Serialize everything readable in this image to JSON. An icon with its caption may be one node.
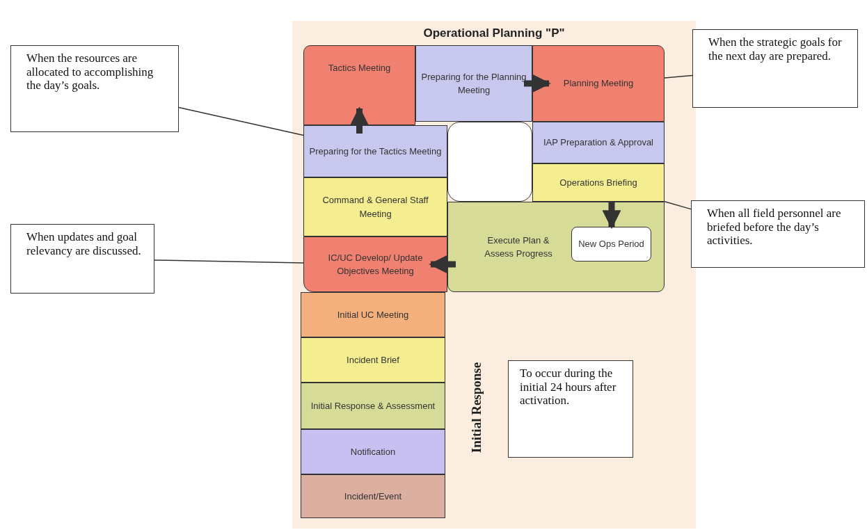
{
  "diagram": {
    "title": "Operational Planning \"P\"",
    "nodes": [
      {
        "text": [
          "Tactics Meeting"
        ]
      },
      {
        "text": [
          "Preparing for the Planning Meeting"
        ]
      },
      {
        "text": [
          "Planning Meeting"
        ]
      },
      {
        "text": [
          "Preparing for the Tactics Meeting"
        ]
      },
      {
        "text": [],
        "shape": "box"
      },
      {
        "text": [
          "IAP Preparation & Approval"
        ]
      },
      {
        "text": [
          "Operations Briefing"
        ]
      },
      {
        "text": [
          "Command & General Staff Meeting"
        ]
      },
      {
        "text": [
          "Execute Plan & Assess Progress"
        ]
      },
      {
        "text": [
          "New Ops Period"
        ],
        "in": 8
      },
      {
        "text": [
          "IC/UC Develop/ Update Objectives Meeting"
        ]
      },
      {
        "text": [
          "Initial UC Meeting"
        ]
      },
      {
        "text": [
          "Incident Brief"
        ]
      },
      {
        "text": [
          "Initial Response & Assessment"
        ]
      },
      {
        "text": [
          "Notification"
        ]
      },
      {
        "text": [
          "Incident/Event"
        ]
      },
      {
        "text": [
          "When the resources are allocated to accomplishing the day’s goals."
        ]
      },
      {
        "text": [
          "When updates and goal relevancy are discussed."
        ]
      },
      {
        "text": [
          "When the strategic goals for the next day are prepared."
        ]
      },
      {
        "text": [
          "When all field personnel are briefed before the day’s activities."
        ]
      },
      {
        "text": [
          "To occur during the initial 24 hours after activation."
        ]
      }
    ],
    "edges": [
      {
        "from": 3,
        "to": 0,
        "arrow": "to",
        "style": "thick"
      },
      {
        "from": 1,
        "to": 2,
        "arrow": "to",
        "style": "thick"
      },
      {
        "from": 6,
        "to": 9,
        "arrow": "to",
        "style": "thick"
      },
      {
        "from": 8,
        "to": 10,
        "arrow": "to",
        "style": "thick"
      },
      {
        "from": 16,
        "to": 3,
        "arrow": "none"
      },
      {
        "from": 17,
        "to": 10,
        "arrow": "none"
      },
      {
        "from": 18,
        "to": 2,
        "arrow": "none"
      },
      {
        "from": 19,
        "to": 6,
        "arrow": "none"
      }
    ],
    "labels": [
      "Initial Response"
    ]
  }
}
